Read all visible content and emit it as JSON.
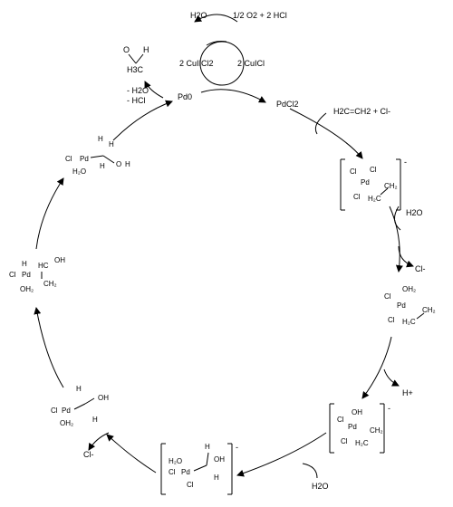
{
  "top_cycle": {
    "water_left": "H2O",
    "reagents_right": "1/2 O2 + 2 HCl",
    "cu2_label": "2 CuIICl2",
    "cu1_label": "2 CuICl"
  },
  "species": {
    "pd0": "Pd0",
    "pdcl2": "PdCl2",
    "ethylene_chloride": "H2C=CH2 + Cl-",
    "water_1": "H2O",
    "chloride_out_1": "Cl-",
    "proton_out": "H+",
    "water_2": "H2O",
    "chloride_out_2": "Cl-",
    "loss": "- H2O\n- HCl"
  },
  "product": {
    "name": "acetaldehyde",
    "O": "O",
    "H": "H",
    "CH3": "H3C"
  },
  "charges": {
    "minus": "-"
  }
}
